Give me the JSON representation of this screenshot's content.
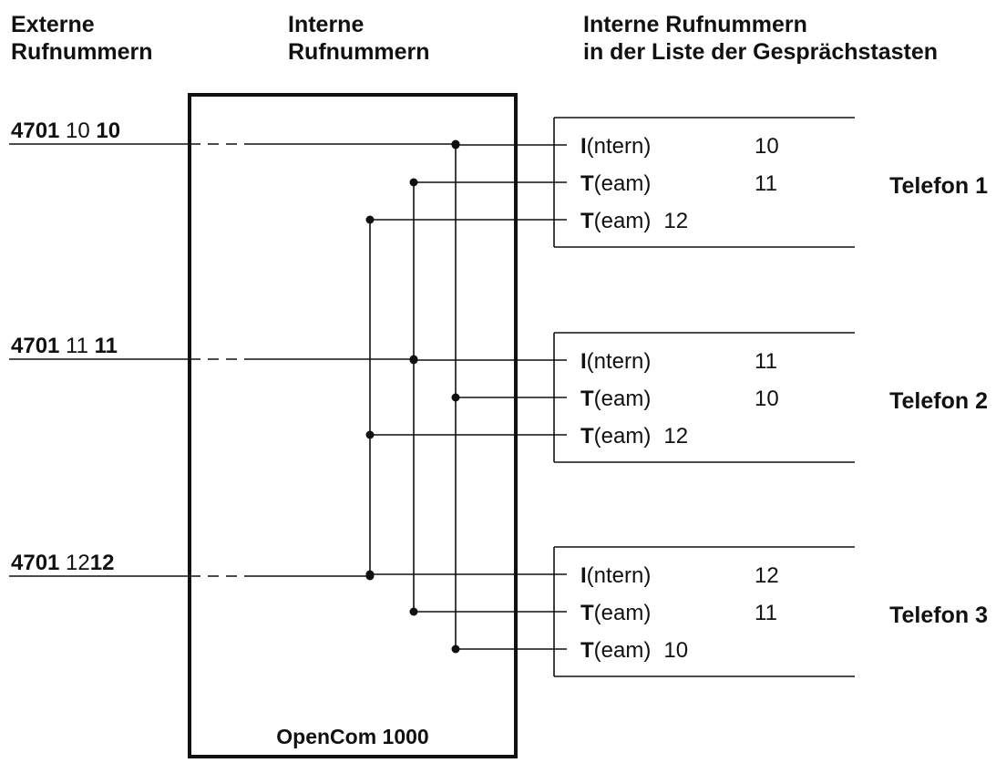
{
  "headers": {
    "external": [
      "Externe",
      "Rufnummern"
    ],
    "internal": [
      "Interne",
      "Rufnummern"
    ],
    "keys": [
      "Interne Rufnummern",
      "in der Liste der Gesprächstasten"
    ]
  },
  "system_label": "OpenCom 1000",
  "external_numbers": [
    {
      "segments": [
        {
          "text": "4701",
          "bold": true
        },
        {
          "text": " 10 ",
          "bold": false
        },
        {
          "text": "10",
          "bold": true
        }
      ]
    },
    {
      "segments": [
        {
          "text": "4701",
          "bold": true
        },
        {
          "text": " 11 ",
          "bold": false
        },
        {
          "text": "11",
          "bold": true
        }
      ]
    },
    {
      "segments": [
        {
          "text": "4701",
          "bold": true
        },
        {
          "text": " 12",
          "bold": false
        },
        {
          "text": "12",
          "bold": true
        }
      ]
    }
  ],
  "phones": [
    {
      "name": "Telefon 1",
      "keys": [
        {
          "letter": "I",
          "rest": "(ntern)",
          "number": "10",
          "bus": "10"
        },
        {
          "letter": "T",
          "rest": "(eam)",
          "number": "11",
          "bus": "11"
        },
        {
          "letter": "T",
          "rest": "(eam)",
          "number": "12",
          "bus": "12",
          "inline": true
        }
      ]
    },
    {
      "name": "Telefon 2",
      "keys": [
        {
          "letter": "I",
          "rest": "(ntern)",
          "number": "11",
          "bus": "11"
        },
        {
          "letter": "T",
          "rest": "(eam)",
          "number": "10",
          "bus": "10"
        },
        {
          "letter": "T",
          "rest": "(eam)",
          "number": "12",
          "bus": "12",
          "inline": true
        }
      ]
    },
    {
      "name": "Telefon 3",
      "keys": [
        {
          "letter": "I",
          "rest": "(ntern)",
          "number": "12",
          "bus": "12"
        },
        {
          "letter": "T",
          "rest": "(eam)",
          "number": "11",
          "bus": "11"
        },
        {
          "letter": "T",
          "rest": "(eam)",
          "number": "10",
          "bus": "10",
          "inline": true
        }
      ]
    }
  ]
}
